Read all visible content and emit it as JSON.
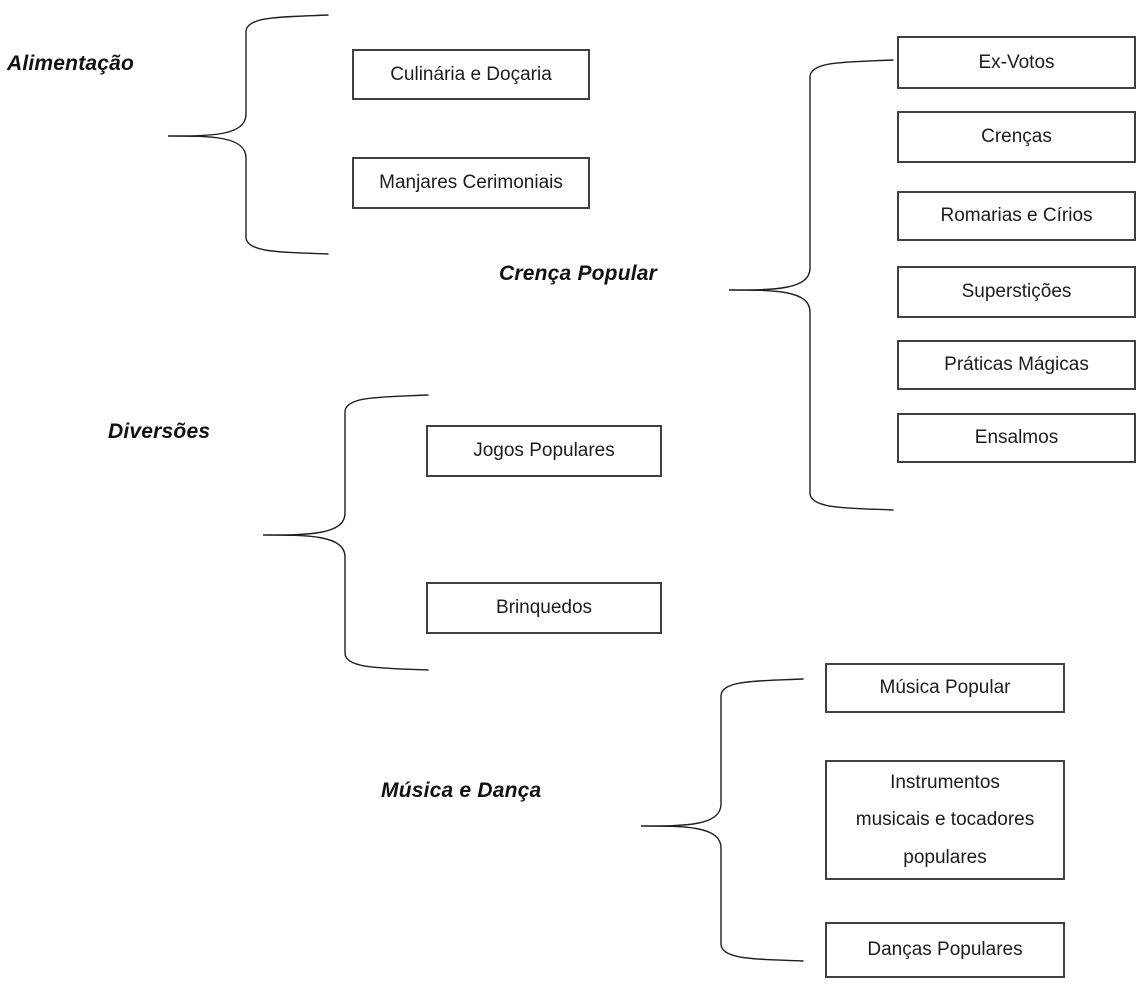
{
  "diagram_type": "brace-grouping diagram",
  "colors": {
    "background": "#ffffff",
    "box_border": "#404040",
    "brace_line": "#1f1f1f",
    "text": "#1c1c1c"
  },
  "sections": [
    {
      "label": "Alimentação",
      "items": [
        "Culinária e Doçaria",
        "Manjares Cerimoniais"
      ]
    },
    {
      "label": "Crença Popular",
      "items": [
        "Ex-Votos",
        "Crenças",
        "Romarias e Círios",
        "Superstições",
        "Práticas Mágicas",
        "Ensalmos"
      ]
    },
    {
      "label": "Diversões",
      "items": [
        "Jogos Populares",
        "Brinquedos"
      ]
    },
    {
      "label": "Música e Dança",
      "items": [
        "Música Popular",
        "Instrumentos\nmusicais e tocadores\npopulares",
        "Danças Populares"
      ]
    }
  ]
}
